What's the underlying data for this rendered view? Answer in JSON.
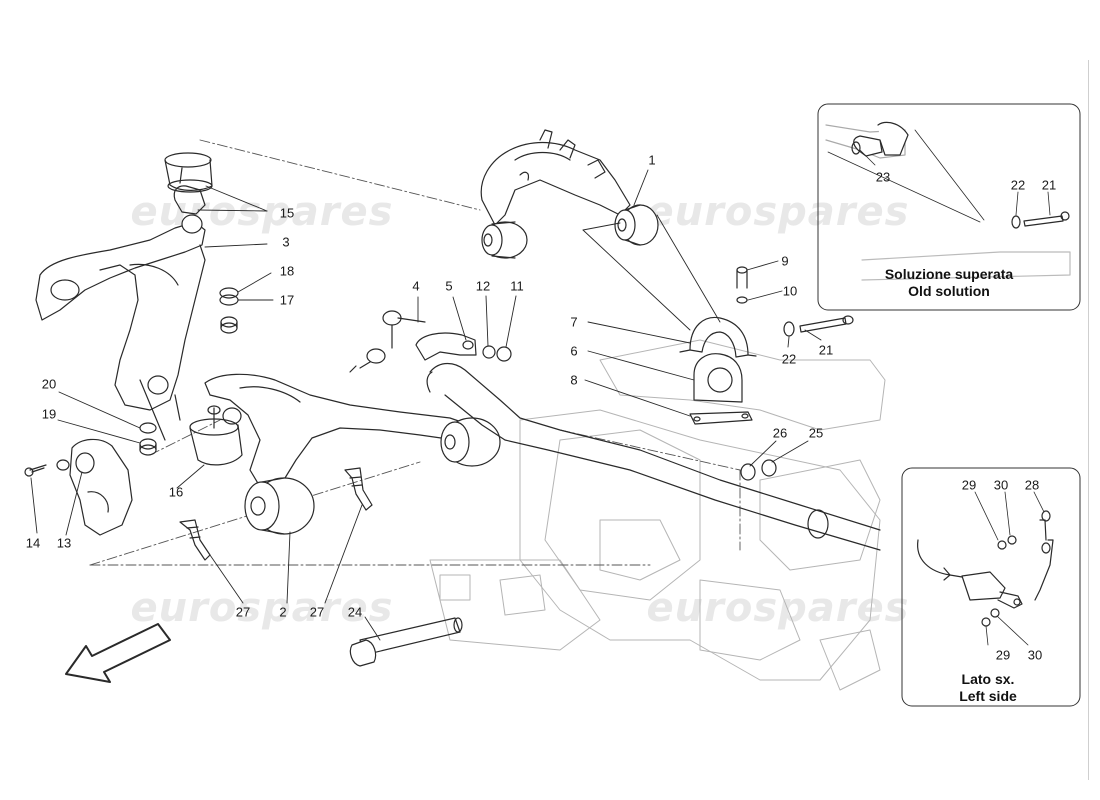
{
  "watermark": {
    "text": "eurospares"
  },
  "callouts": {
    "c1": "1",
    "c2": "2",
    "c3": "3",
    "c4": "4",
    "c5": "5",
    "c6": "6",
    "c7": "7",
    "c8": "8",
    "c9": "9",
    "c10": "10",
    "c11": "11",
    "c12": "12",
    "c13": "13",
    "c14": "14",
    "c15": "15",
    "c16": "16",
    "c17": "17",
    "c18": "18",
    "c19": "19",
    "c20": "20",
    "c21": "21",
    "c22": "22",
    "c24": "24",
    "c25": "25",
    "c26": "26",
    "c27a": "27",
    "c27b": "27"
  },
  "inset_old": {
    "caption_it": "Soluzione superata",
    "caption_en": "Old solution",
    "c23": "23",
    "c22": "22",
    "c21": "21"
  },
  "inset_left": {
    "caption_it": "Lato sx.",
    "caption_en": "Left side",
    "c29a": "29",
    "c30a": "30",
    "c28": "28",
    "c29b": "29",
    "c30b": "30"
  }
}
